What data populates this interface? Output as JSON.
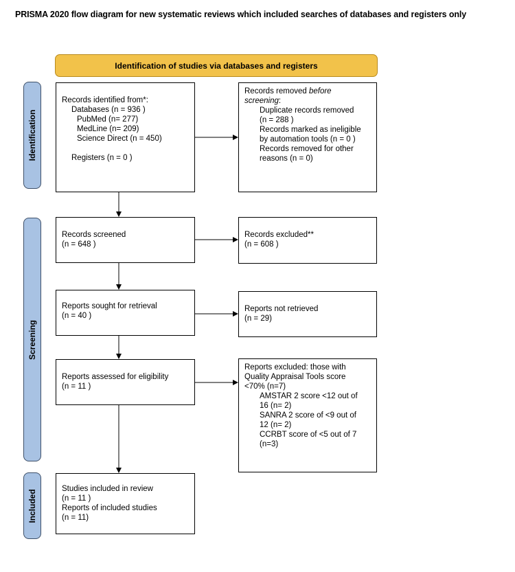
{
  "title": "PRISMA 2020 flow diagram for new systematic reviews which included searches of databases and registers only",
  "banner": {
    "label": "Identification of studies via databases and registers",
    "color": "#f2c24a"
  },
  "phases": {
    "identification": "Identification",
    "screening": "Screening",
    "included": "Included",
    "color": "#a8c2e3"
  },
  "identification": {
    "records_identified": {
      "heading": "Records identified from*:",
      "databases": "Databases (n = 936 )",
      "pubmed": "PubMed (n= 277)",
      "medline": "MedLine (n= 209)",
      "science_direct": "Science Direct (n = 450)",
      "registers": "Registers (n = 0 )"
    },
    "records_removed": {
      "heading_prefix": "Records removed ",
      "heading_emphasis": "before",
      "heading_emphasis_2": "screening",
      "heading_suffix": ":",
      "duplicates_line1": "Duplicate records removed",
      "duplicates_line2": "(n = 288 )",
      "ineligible_line1": "Records marked as ineligible",
      "ineligible_line2": "by automation tools (n = 0 )",
      "other_line1": "Records removed for other",
      "other_line2": "reasons (n = 0)"
    }
  },
  "screening": {
    "records_screened": {
      "line1": "Records screened",
      "line2": "(n = 648 )"
    },
    "records_excluded": {
      "line1": "Records excluded**",
      "line2": "(n = 608 )"
    },
    "reports_sought": {
      "line1": "Reports sought for retrieval",
      "line2": "(n = 40 )"
    },
    "reports_not_retrieved": {
      "line1": "Reports not retrieved",
      "line2": "(n = 29)"
    },
    "reports_assessed": {
      "line1": "Reports assessed for eligibility",
      "line2": "(n = 11 )"
    },
    "reports_excluded": {
      "line1": "Reports excluded: those with",
      "line2": "Quality Appraisal Tools score",
      "line3": "<70% (n=7)",
      "amstar_line1": "AMSTAR 2 score <12 out of",
      "amstar_line2": "16 (n= 2)",
      "sanra_line1": "SANRA 2 score of <9 out of",
      "sanra_line2": "12 (n= 2)",
      "ccrbt_line1": "CCRBT score of <5 out of 7",
      "ccrbt_line2": "(n=3)"
    }
  },
  "included": {
    "studies_line1": "Studies included in review",
    "studies_line2": "(n = 11 )",
    "reports_line1": "Reports of included studies",
    "reports_line2": "(n =  11)"
  }
}
